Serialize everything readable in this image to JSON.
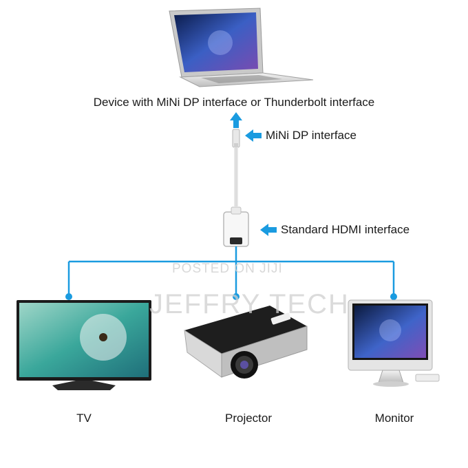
{
  "labels": {
    "title": "Device with MiNi DP interface or Thunderbolt interface",
    "minidp": "MiNi DP interface",
    "hdmi": "Standard HDMI interface",
    "tv": "TV",
    "projector": "Projector",
    "monitor": "Monitor"
  },
  "watermark": {
    "line1": "POSTED ON JIJI",
    "line2": "JEFFRY TECH"
  },
  "colors": {
    "connector_line": "#1a9be0",
    "arrow": "#1a9be0"
  }
}
